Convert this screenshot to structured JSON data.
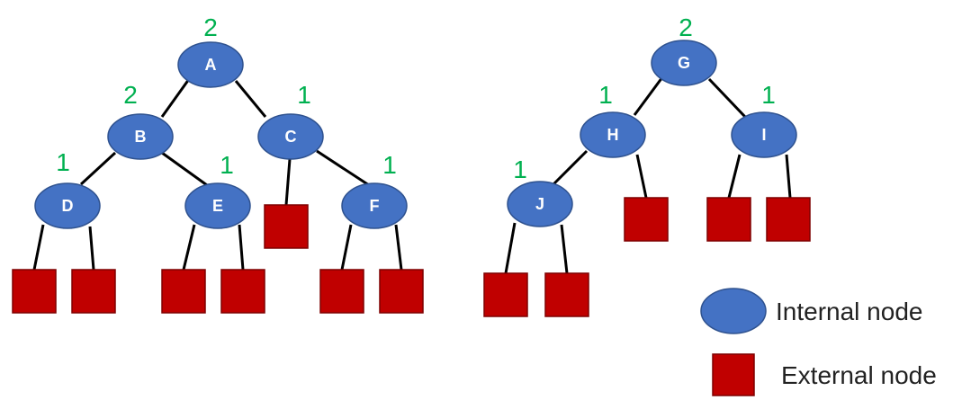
{
  "colors": {
    "internal": "#4472C4",
    "internal_stroke": "#2F528F",
    "external": "#C00000",
    "external_stroke": "#7F0000",
    "rank": "#00B050",
    "edge": "#000000"
  },
  "nodes": {
    "A": {
      "label": "A",
      "rank": "2"
    },
    "B": {
      "label": "B",
      "rank": "2"
    },
    "C": {
      "label": "C",
      "rank": "1"
    },
    "D": {
      "label": "D",
      "rank": "1"
    },
    "E": {
      "label": "E",
      "rank": "1"
    },
    "F": {
      "label": "F",
      "rank": "1"
    },
    "G": {
      "label": "G",
      "rank": "2"
    },
    "H": {
      "label": "H",
      "rank": "1"
    },
    "I": {
      "label": "I",
      "rank": "1"
    },
    "J": {
      "label": "J",
      "rank": "1"
    }
  },
  "legend": {
    "internal_label": "Internal node",
    "external_label": "External node"
  }
}
